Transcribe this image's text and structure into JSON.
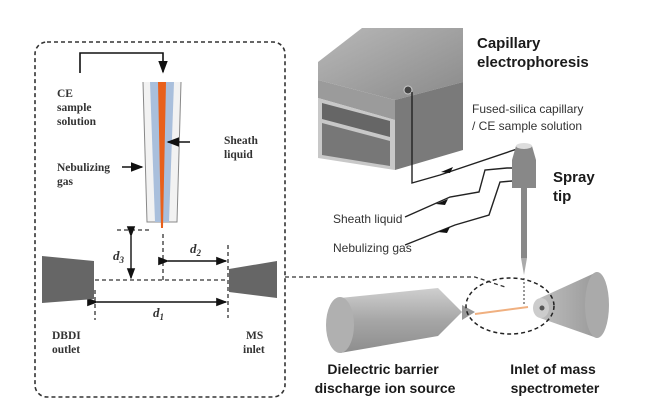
{
  "inset": {
    "ce_sample": [
      "CE",
      "sample",
      "solution"
    ],
    "sheath": [
      "Sheath",
      "liquid"
    ],
    "nebulizing": [
      "Nebulizing",
      "gas"
    ],
    "dbdi": [
      "DBDI",
      "outlet"
    ],
    "ms": [
      "MS",
      "inlet"
    ],
    "d1": "d",
    "d1_sub": "1",
    "d2": "d",
    "d2_sub": "2",
    "d3": "d",
    "d3_sub": "3"
  },
  "main": {
    "ce_title": [
      "Capillary",
      "electrophoresis"
    ],
    "capillary": [
      "Fused-silica capillary",
      "/ CE sample solution"
    ],
    "spray": [
      "Spray",
      "tip"
    ],
    "sheath_liquid": "Sheath liquid",
    "nebulizing_gas": "Nebulizing gas",
    "dbd": [
      "Dielectric barrier",
      "discharge ion source"
    ],
    "ms": [
      "Inlet of mass",
      "spectrometer"
    ]
  },
  "colors": {
    "capillary_core": "#e8601c",
    "sheath": "#a9bfdc",
    "plasma": "#f0b080"
  }
}
